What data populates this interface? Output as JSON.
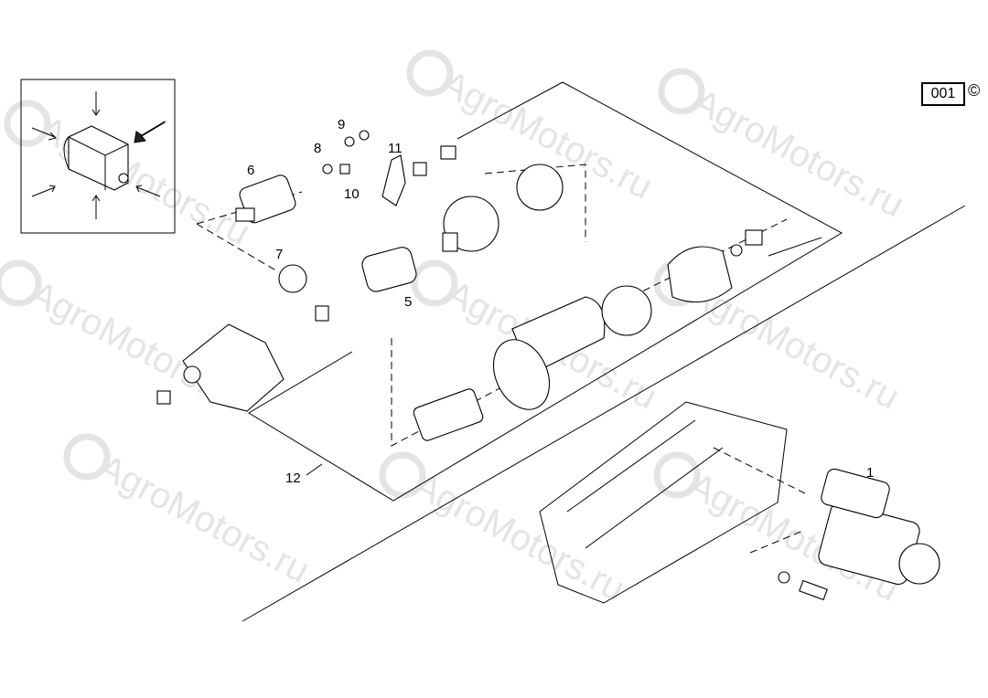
{
  "reference": {
    "page_code": "001",
    "copyright_symbol": "©"
  },
  "watermark": {
    "text": "AgroMotors.ru"
  },
  "callouts": {
    "c1": "1",
    "c5": "5",
    "c6": "6",
    "c7": "7",
    "c8": "8",
    "c9": "9",
    "c10": "10",
    "c11": "11",
    "c12": "12"
  }
}
